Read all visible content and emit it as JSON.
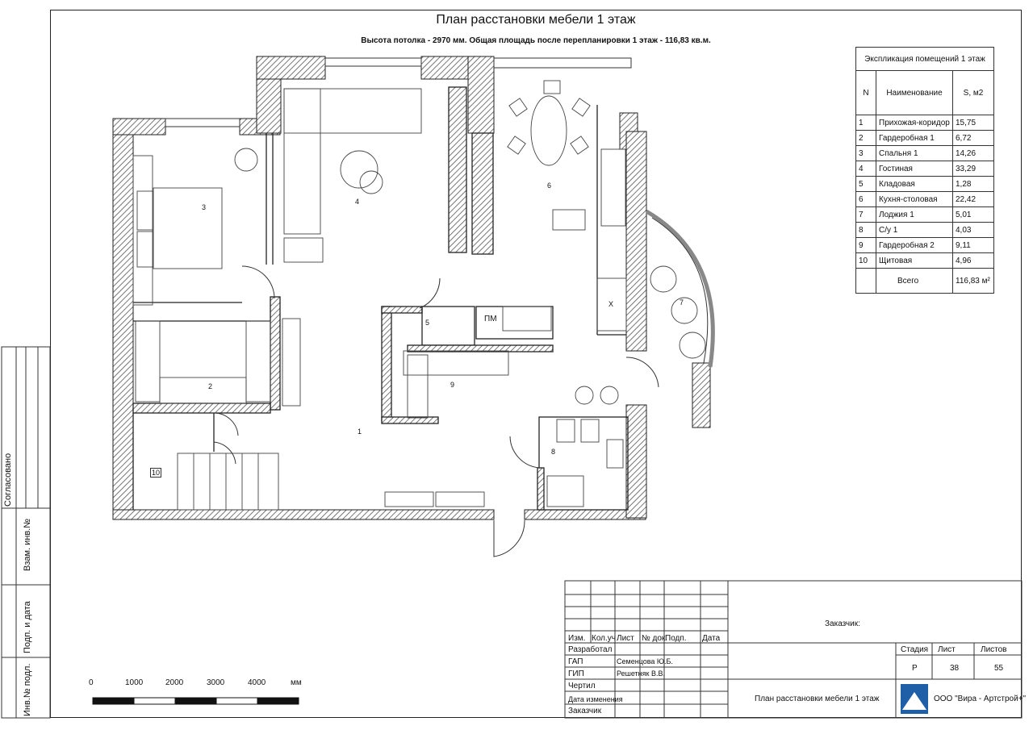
{
  "title": "План расстановки мебели 1 этаж",
  "subtitle": "Высота потолка - 2970 мм. Общая площадь после перепланировки 1 этаж - 116,83 кв.м.",
  "explication": {
    "caption": "Экспликация помещений 1 этаж",
    "col_n": "N",
    "col_name": "Наименование",
    "col_area": "S, м2",
    "rows": [
      {
        "n": "1",
        "name": "Прихожая-коридор",
        "area": "15,75"
      },
      {
        "n": "2",
        "name": "Гардеробная 1",
        "area": "6,72"
      },
      {
        "n": "3",
        "name": "Спальня 1",
        "area": "14,26"
      },
      {
        "n": "4",
        "name": "Гостиная",
        "area": "33,29"
      },
      {
        "n": "5",
        "name": "Кладовая",
        "area": "1,28"
      },
      {
        "n": "6",
        "name": "Кухня-столовая",
        "area": "22,42"
      },
      {
        "n": "7",
        "name": "Лоджия 1",
        "area": "5,01"
      },
      {
        "n": "8",
        "name": "С/у 1",
        "area": "4,03"
      },
      {
        "n": "9",
        "name": "Гардеробная 2",
        "area": "9,11"
      },
      {
        "n": "10",
        "name": "Щитовая",
        "area": "4,96"
      }
    ],
    "total_label": "Всего",
    "total_value": "116,83 м²"
  },
  "plan": {
    "room_numbers": [
      "1",
      "2",
      "3",
      "4",
      "5",
      "6",
      "7",
      "8",
      "9",
      "10"
    ],
    "pm_label": "ПМ",
    "x_label": "Х"
  },
  "sidebar": {
    "agreed": "Согласовано",
    "inv_replace": "Взам. инв.№",
    "sign_date": "Подп. и дата",
    "inv_orig": "Инв.№ подл."
  },
  "stamp": {
    "col_izm": "Изм.",
    "col_kol": "Кол.уч",
    "col_list": "Лист",
    "col_ndok": "№ док.",
    "col_podp": "Подп.",
    "col_data": "Дата",
    "developed": "Разработал",
    "gap": "ГАП",
    "gap_name": "Семенцова Ю.Б.",
    "gip": "ГИП",
    "gip_name": "Решетняк В.В.",
    "drew": "Чертил",
    "date_changed": "Дата изменения",
    "customer_row": "Заказчик",
    "customer": "Заказчик:",
    "stage_label": "Стадия",
    "sheet_label": "Лист",
    "sheets_label": "Листов",
    "stage": "Р",
    "sheet": "38",
    "sheets": "55",
    "drawing_name": "План расстановки мебели 1 этаж",
    "company": "ООО \"Вира - Артстрой+\""
  },
  "scale": {
    "labels": [
      "0",
      "1000",
      "2000",
      "3000",
      "4000"
    ],
    "unit": "мм"
  },
  "colors": {
    "line": "#222222",
    "hatch": "#555555",
    "logo": "#1e5fa8"
  }
}
